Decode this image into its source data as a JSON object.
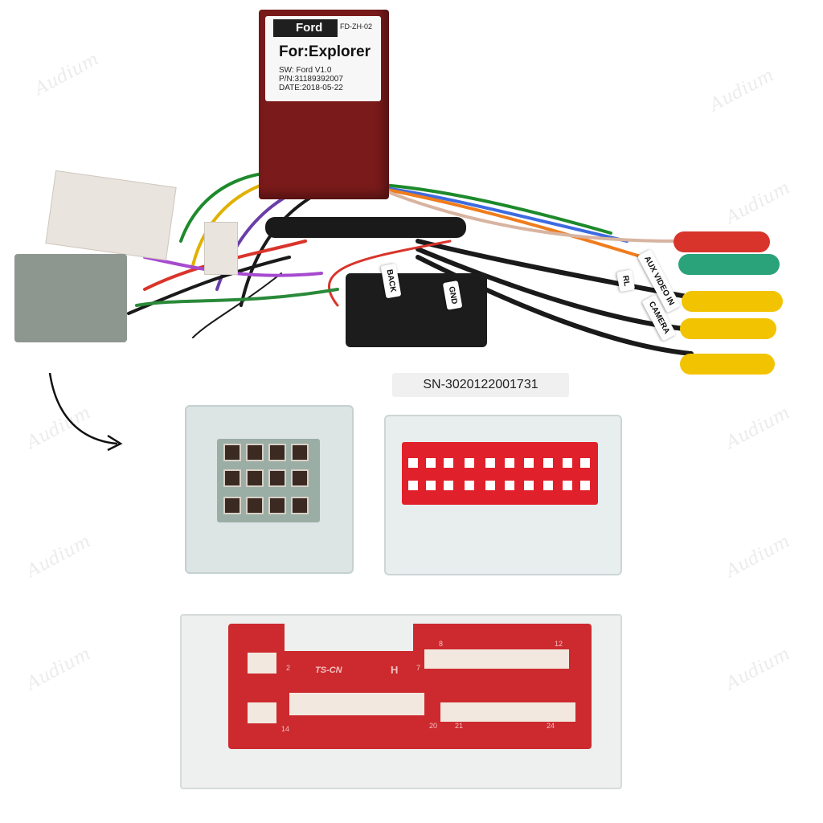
{
  "module_label": {
    "brand": "Ford",
    "model_code": "FD-ZH-02",
    "vehicle": "For:Explorer",
    "software": "SW: Ford  V1.0",
    "part_number": "P/N:31189392007",
    "date": "DATE:2018-05-22"
  },
  "wire_tags": [
    "BACK",
    "GND",
    "RL",
    "AUX VIDEO IN",
    "CAMERA"
  ],
  "serial_number": "SN-3020122001731",
  "connector_pin_numbers": [
    "2",
    "7",
    "8",
    "12",
    "14",
    "20",
    "21",
    "24"
  ],
  "connector_marking": "TS-CN",
  "connector_letter": "H",
  "rca_colors": [
    "#d9342b",
    "#2aa37a",
    "#f2c300",
    "#f2c300",
    "#f2c300"
  ],
  "watermark": "Audium"
}
